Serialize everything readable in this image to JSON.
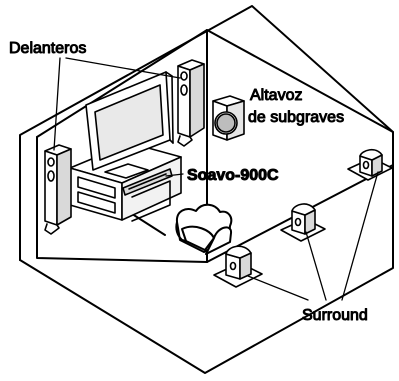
{
  "labels": {
    "front": "Delanteros",
    "subwoofer_line1": "Altavoz",
    "subwoofer_line2": "de subgraves",
    "center": "Soavo-900C",
    "surround": "Surround"
  }
}
